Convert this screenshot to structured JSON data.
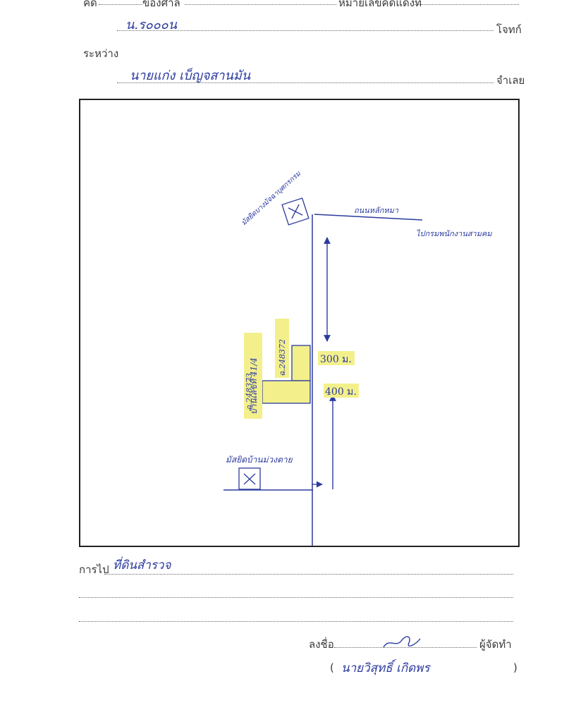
{
  "header": {
    "row0_label_a": "คดี",
    "row0_label_b": "ของศาล",
    "row0_label_c": "หมายเลขคดีแดงที่",
    "row1_value": "น.ร๐๐๐น",
    "row1_suffix": "โจทก์",
    "row2_label": "ระหว่าง",
    "row3_value": "นายแก่ง เบ็ญจสานมัน",
    "row3_suffix": "จำเลย"
  },
  "map": {
    "top_temple": "มัสยิดบางมัจฉาบุศกรกรม",
    "road_top": "ถนนหลักหมา",
    "to_label": "ไปกรมพนักงานสามคม",
    "house_label": "บ้านเลขที่ 41/4",
    "deed_left": "ฉ.248373",
    "deed_right": "ฉ.248372",
    "distance_top": "300 ม.",
    "distance_bottom": "400 ม.",
    "bottom_temple": "มัสยิดบ้านม่วงตาย",
    "colors": {
      "ink": "#2b3a9e",
      "highlight": "#f3f08c",
      "frame": "#222222"
    }
  },
  "footer": {
    "route_label": "การไป",
    "route_value": "ที่ดินสำรวจ",
    "sign_label": "ลงชื่อ",
    "sign_suffix": "ผู้จัดทำ",
    "open_paren": "(",
    "signer_name": "นายวิสุทธิ์ เกิดพร",
    "close_paren": ")"
  }
}
